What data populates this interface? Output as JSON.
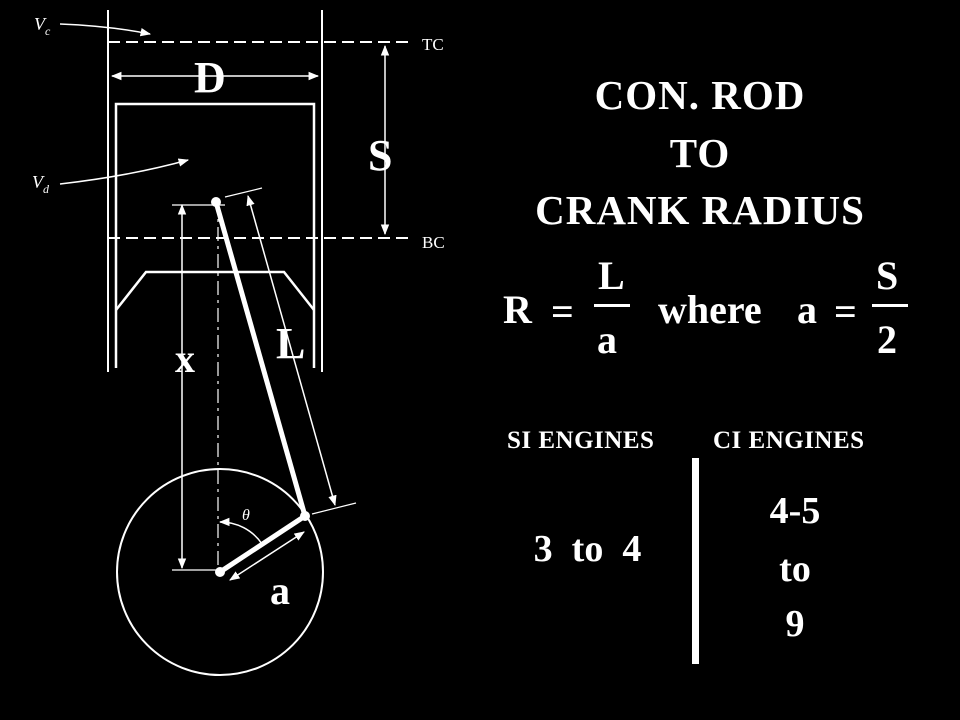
{
  "diagram": {
    "labels": {
      "vc": "V",
      "vc_sub": "c",
      "vd": "V",
      "vd_sub": "d",
      "tc": "TC",
      "bc": "BC",
      "bore": "D",
      "stroke": "S",
      "rod": "L",
      "x": "x",
      "theta": "θ",
      "crank": "a"
    }
  },
  "title": {
    "line1": "CON. ROD",
    "line2": "TO",
    "line3": "CRANK  RADIUS"
  },
  "formula": {
    "lhs": "R",
    "equals": "=",
    "num1": "L",
    "den1": "a",
    "where": "where",
    "var": "a",
    "equals2": "=",
    "num2": "S",
    "den2": "2"
  },
  "table": {
    "header_si": "SI ENGINES",
    "header_ci": "CI ENGINES",
    "si_value": "3  to  4",
    "ci_line1": "4-5",
    "ci_line2": "to",
    "ci_line3": "9"
  }
}
